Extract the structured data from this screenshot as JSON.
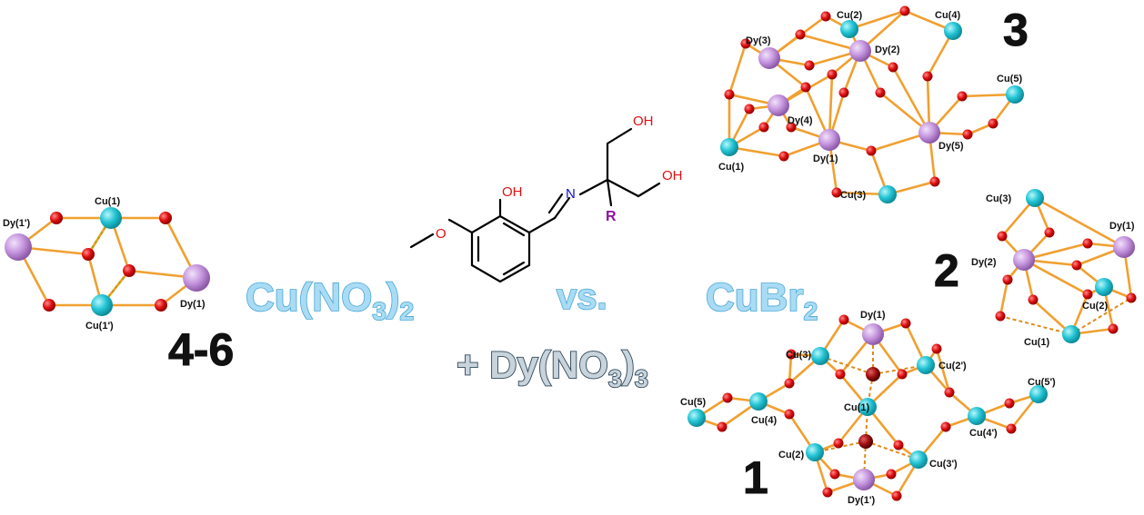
{
  "ligand": {
    "oh_phenol": "OH",
    "oh_top": "OH",
    "oh_right": "OH",
    "imine_n": "N",
    "r_group": "R",
    "methoxy_o": "O"
  },
  "reagents": {
    "cu_nitrate": {
      "base": "Cu(NO",
      "sub1": "3",
      "mid": ")",
      "sub2": "2"
    },
    "vs": "vs.",
    "cu_bromide": {
      "base": "CuBr",
      "sub": "2"
    },
    "dy_nitrate": {
      "base": "+ Dy(NO",
      "sub1": "3",
      "mid": ")",
      "sub2": "3"
    }
  },
  "compound_labels": {
    "c1": "1",
    "c2": "2",
    "c3": "3",
    "c46": "4-6"
  },
  "labels_46": {
    "cu1": "Cu(1)",
    "dy1p": "Dy(1')",
    "dy1": "Dy(1)",
    "cu1p": "Cu(1')"
  },
  "labels_3": {
    "cu2": "Cu(2)",
    "cu4": "Cu(4)",
    "dy3": "Dy(3)",
    "dy2": "Dy(2)",
    "cu5": "Cu(5)",
    "dy4": "Dy(4)",
    "cu1": "Cu(1)",
    "dy1": "Dy(1)",
    "dy5": "Dy(5)",
    "cu3": "Cu(3)"
  },
  "labels_2": {
    "cu3": "Cu(3)",
    "dy1": "Dy(1)",
    "dy2": "Dy(2)",
    "cu2": "Cu(2)",
    "cu1": "Cu(1)"
  },
  "labels_1": {
    "dy1": "Dy(1)",
    "cu3": "Cu(3)",
    "cu2p": "Cu(2')",
    "cu5p": "Cu(5')",
    "cu5": "Cu(5)",
    "cu4": "Cu(4)",
    "cu1": "Cu(1)",
    "cu4p": "Cu(4')",
    "cu2": "Cu(2)",
    "cu3p": "Cu(3')",
    "dy1p": "Dy(1')"
  },
  "colors": {
    "copper": "#26c6d6",
    "dysprosium": "#c89ae0",
    "oxygen": "#e01010",
    "bond": "#f0a030",
    "reagent_fill": "#a9dcf4",
    "text_heteroatom_o": "#e01010",
    "text_heteroatom_n": "#1010d0",
    "text_r": "#9010a0"
  }
}
